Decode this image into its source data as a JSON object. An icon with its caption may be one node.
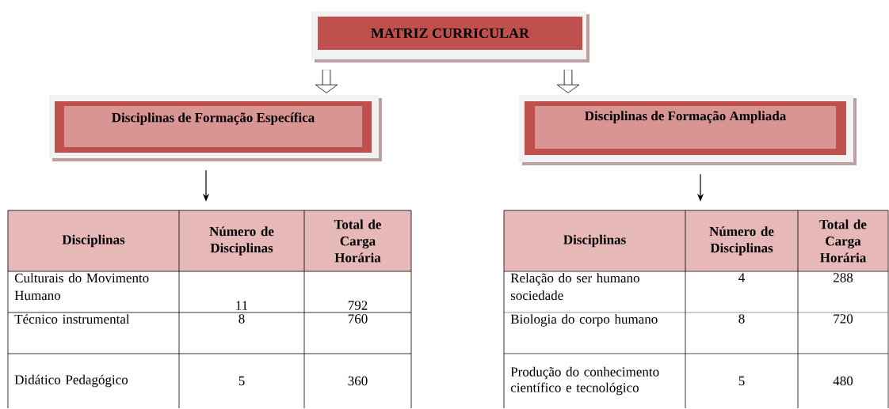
{
  "diagram": {
    "nodes": [
      {
        "text": [
          "MATRIZ CURRICULAR"
        ]
      },
      {
        "text": [
          "Disciplinas de Formação Específica"
        ]
      },
      {
        "text": [
          "Disciplinas de Formação Ampliada"
        ]
      },
      {
        "text": [
          "Disciplinas",
          "Número de Disciplinas",
          "Total de Carga Horária",
          "Culturais do Movimento Humano",
          "11",
          "792",
          "Técnico instrumental",
          "8",
          "760",
          "Didático Pedagógico",
          "5",
          "360"
        ]
      },
      {
        "text": [
          "Disciplinas",
          "Número de Disciplinas",
          "Total de Carga Horária",
          "Relação do ser humano sociedade",
          "4",
          "288",
          "Biologia do corpo humano",
          "8",
          "720",
          "Produção do conhecimento científico e tecnológico",
          "5",
          "480"
        ]
      }
    ],
    "edges": [
      {
        "from": 0,
        "to": 1,
        "arrow": "to",
        "style": "thick"
      },
      {
        "from": 0,
        "to": 2,
        "arrow": "to",
        "style": "thick"
      },
      {
        "from": 1,
        "to": 3,
        "arrow": "to"
      },
      {
        "from": 2,
        "to": 4,
        "arrow": "to"
      }
    ]
  }
}
